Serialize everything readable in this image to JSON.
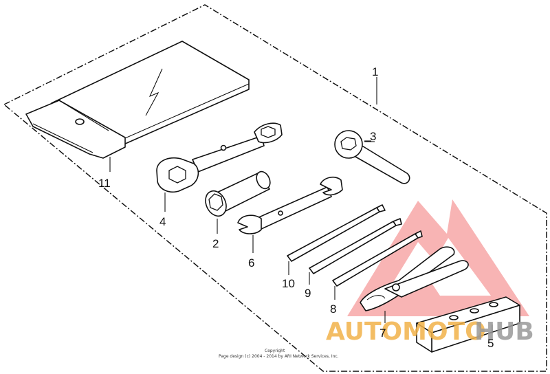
{
  "callouts": {
    "c1": "1",
    "c2": "2",
    "c3": "3",
    "c4": "4",
    "c5": "5",
    "c6": "6",
    "c7": "7",
    "c8": "8",
    "c9": "9",
    "c10": "10",
    "c11": "11"
  },
  "watermark": {
    "brand_part1": "AUTOMOTO",
    "brand_part2": "HUB",
    "color_primary": "#f2b24a",
    "color_secondary": "#9a9a9a",
    "logo_color": "#f26a6a"
  },
  "copyright": {
    "line1": "Copyright",
    "line2": "Page design (c) 2004 - 2014 by ARI Network Services, Inc."
  }
}
